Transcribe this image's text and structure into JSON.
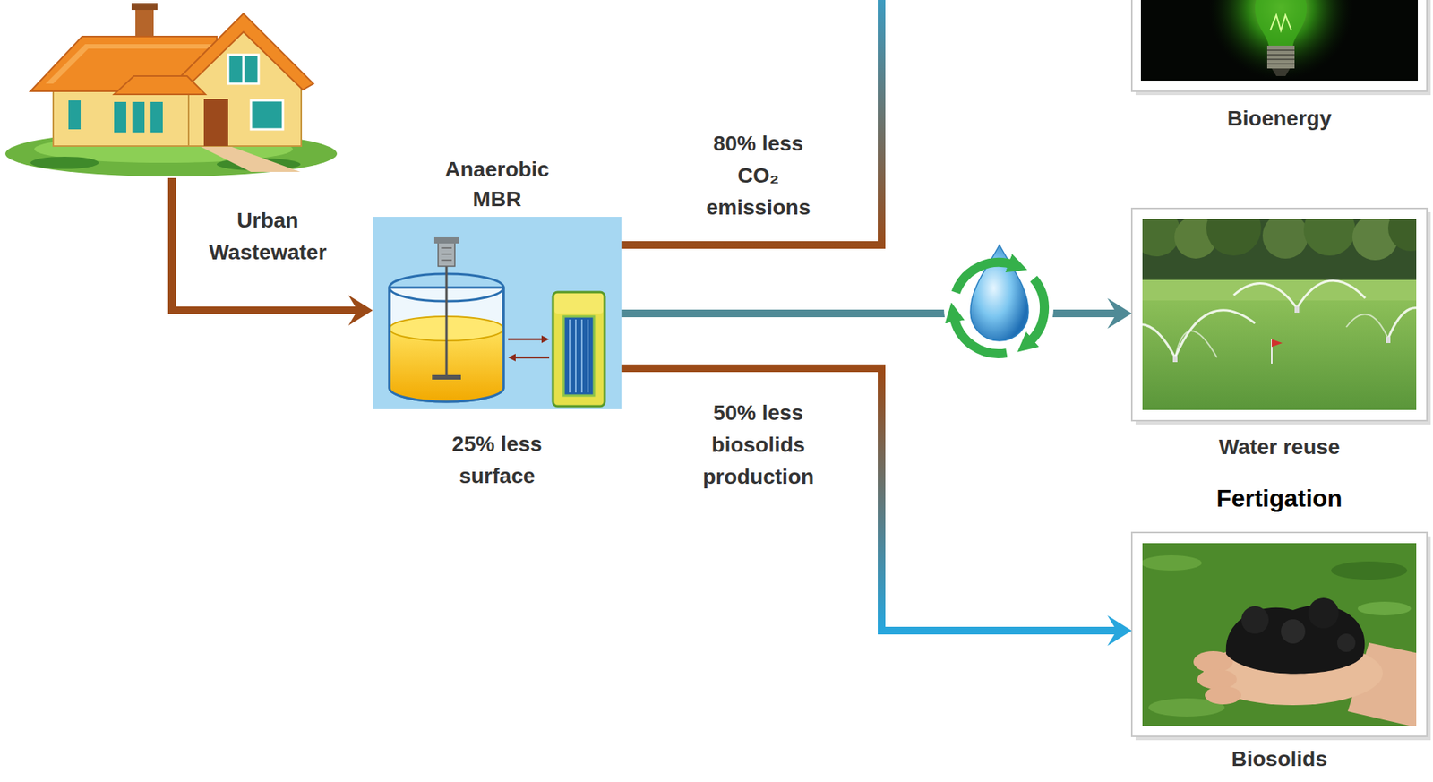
{
  "diagram": {
    "nodes": [
      {
        "text": []
      },
      {
        "text": [
          "Anaerobic MBR",
          "25% less surface"
        ]
      },
      {
        "text": [
          "Bioenergy"
        ]
      },
      {
        "text": [
          "Water reuse",
          "Fertigation"
        ]
      },
      {
        "text": [
          "Biosolids"
        ]
      }
    ],
    "edges": [
      {
        "from": 0,
        "to": 1,
        "arrow": "to",
        "label": "Urban Wastewater"
      },
      {
        "from": 1,
        "to": 2,
        "arrow": "none",
        "label": "80% less CO₂ emissions"
      },
      {
        "from": 1,
        "to": 3,
        "arrow": "to"
      },
      {
        "from": 1,
        "to": 4,
        "arrow": "to",
        "label": "50% less biosolids production"
      }
    ]
  }
}
